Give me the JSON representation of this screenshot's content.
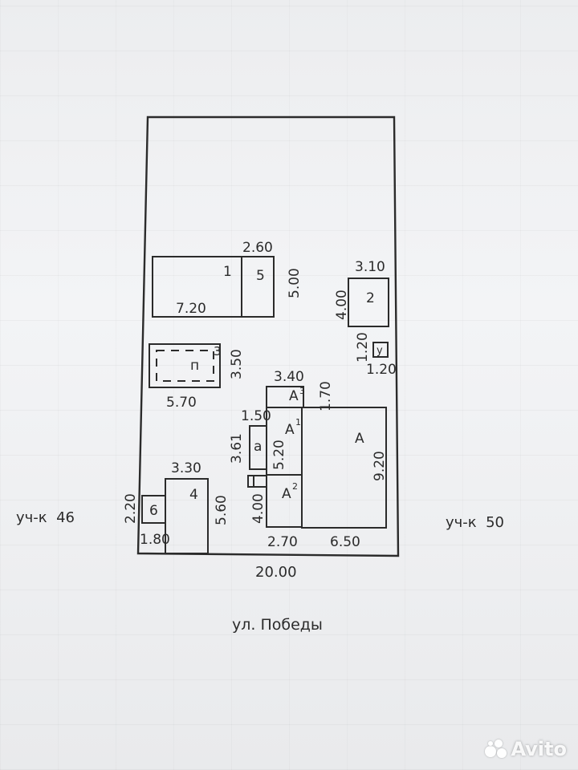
{
  "plan": {
    "street": "ул. Победы",
    "neighbor_left": "уч-к  46",
    "neighbor_right": "уч-к  50",
    "plot_width": "20.00"
  },
  "labels": {
    "b1": "1",
    "b5": "5",
    "b2": "2",
    "b3": "3",
    "p": "п",
    "b4": "4",
    "b6": "6",
    "a": "A",
    "a1": "A",
    "a1_sup": "1",
    "a2": "A",
    "a2_sup": "2",
    "a3": "A",
    "a3_sup": "3",
    "a_small": "a",
    "u": "у"
  },
  "dims": {
    "d260": "2.60",
    "d500": "5.00",
    "d720": "7.20",
    "d310": "3.10",
    "d400": "4.00",
    "d120a": "1.20",
    "d120b": "1.20",
    "d350": "3.50",
    "d570": "5.70",
    "d340": "3.40",
    "d170": "1.70",
    "d150": "1.50",
    "d361": "3.61",
    "d520": "5.20",
    "d920": "9.20",
    "d400b": "4.00",
    "d270": "2.70",
    "d650": "6.50",
    "d330": "3.30",
    "d560": "5.60",
    "d220": "2.20",
    "d180": "1.80"
  },
  "watermark": {
    "text": "Avito"
  }
}
